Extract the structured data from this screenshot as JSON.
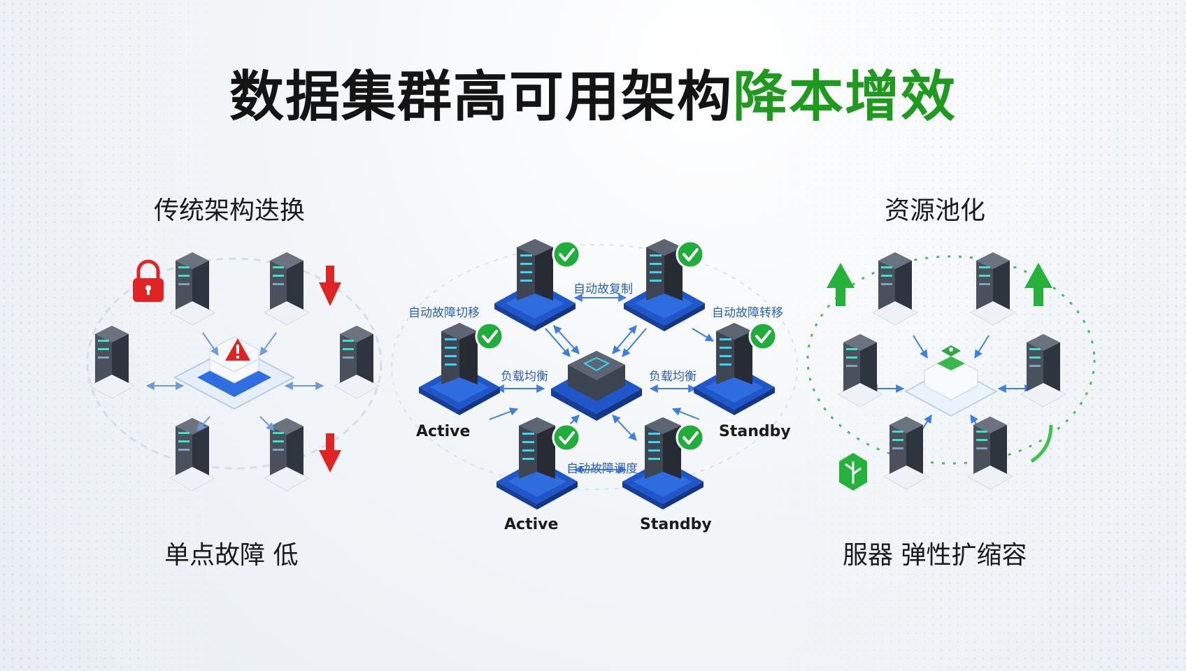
{
  "title": {
    "main": "数据集群高可用架构",
    "highlight": "降本增效"
  },
  "left": {
    "heading": "传统架构迭换",
    "caption": "单点故障 低"
  },
  "center": {
    "tags": {
      "top": "自动故复制",
      "left_top": "自动故障切移",
      "right_top": "自动故障转移",
      "left_mid": "负载均衡",
      "right_mid": "负载均衡",
      "bottom": "自动故障调度"
    },
    "roles": {
      "active_1": "Active",
      "standby_1": "Standby",
      "active_2": "Active",
      "standby_2": "Standby"
    }
  },
  "right": {
    "heading": "资源池化",
    "caption": "服器  弹性扩缩容"
  },
  "colors": {
    "title": "#141414",
    "highlight": "#1f9a1f",
    "blue_node": "#1f56c9",
    "check": "#1fae3a",
    "alert": "#e02424",
    "green_arrow": "#26b13c",
    "server_dark": "#3d4450"
  },
  "icons": [
    "lock-icon",
    "warning-icon",
    "down-arrow-icon",
    "check-icon",
    "up-arrow-icon",
    "server-icon",
    "tree-icon",
    "sync-icon"
  ]
}
